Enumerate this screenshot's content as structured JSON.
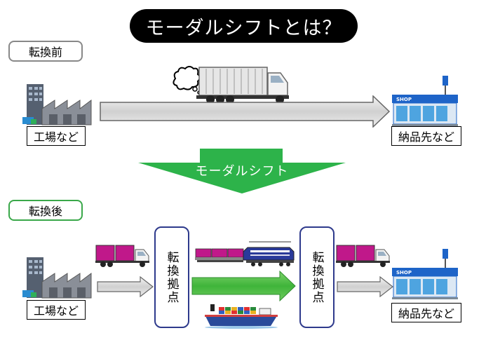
{
  "title": "モーダルシフトとは？",
  "before": {
    "tag": "転換前",
    "origin": "工場など",
    "destination": "納品先など"
  },
  "shift_label": "モーダルシフト",
  "after": {
    "tag": "転換後",
    "origin": "工場など",
    "hub_left": "転換拠点",
    "hub_right": "転換拠点",
    "destination": "納品先など"
  },
  "shop_sign": "SHOP",
  "colors": {
    "title_bg": "#000000",
    "green": "#2db34a",
    "hub_border": "#2e3a8c",
    "container": "#c0188a",
    "shop_blue": "#1e64c8"
  }
}
